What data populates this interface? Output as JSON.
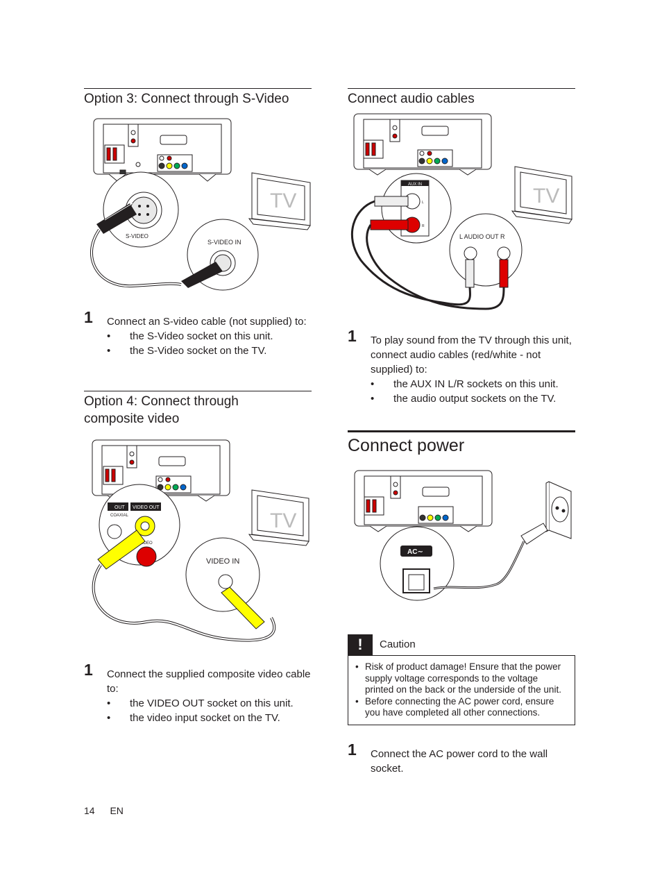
{
  "left": {
    "s_video": {
      "title": "Option 3: Connect through S-Video",
      "figure": {
        "tv_label": "TV",
        "unit_socket_label": "S-VIDEO",
        "tv_socket_label": "S-VIDEO IN"
      },
      "step_number": "1",
      "step_text": "Connect an S-video cable (not supplied) to:",
      "bullets": [
        {
          "pre": "the ",
          "kw": "S-Video",
          "post": " socket on this unit."
        },
        {
          "pre": "the ",
          "kw": "S-Video",
          "post": " socket on the TV."
        }
      ]
    },
    "composite": {
      "title_line1": "Option 4: Connect through",
      "title_line2": "composite video",
      "figure": {
        "tv_label": "TV",
        "tv_socket_label": "VIDEO  IN",
        "label_out": "OUT",
        "label_video_out": "VIDEO OUT",
        "label_coaxial": "COAXIAL",
        "label_video": "VIDEO"
      },
      "step_number": "1",
      "step_text": "Connect the supplied composite video cable to:",
      "bullets": [
        {
          "pre": "the ",
          "kw": "VIDEO OUT",
          "post": " socket on this unit."
        },
        {
          "pre": "the video input socket on the TV.",
          "kw": "",
          "post": ""
        }
      ]
    }
  },
  "right": {
    "audio": {
      "title": "Connect audio cables",
      "figure": {
        "tv_label": "TV",
        "aux_label": "AUX IN",
        "l_label": "L",
        "r_label": "R",
        "tv_socket_label": "L  AUDIO OUT  R"
      },
      "step_number": "1",
      "step_text": "To play sound from the TV through this unit, connect audio cables (red/white - not supplied) to:",
      "bullets": [
        {
          "pre": "the ",
          "kw": "AUX IN L/R",
          "post": " sockets on this unit."
        },
        {
          "pre": "the audio output sockets on the TV.",
          "kw": "",
          "post": ""
        }
      ]
    },
    "power": {
      "title": "Connect power",
      "figure": {
        "ac_label": "AC∼"
      },
      "caution": {
        "mark": "!",
        "label": "Caution",
        "items": [
          "Risk of product damage! Ensure that the power supply voltage corresponds to the voltage printed on the back or the underside of the unit.",
          "Before connecting the AC power cord, ensure you have completed all other connections."
        ]
      },
      "step_number": "1",
      "step_text": "Connect the AC power cord to the wall socket."
    }
  },
  "footer": {
    "page_number": "14",
    "lang": "EN"
  }
}
